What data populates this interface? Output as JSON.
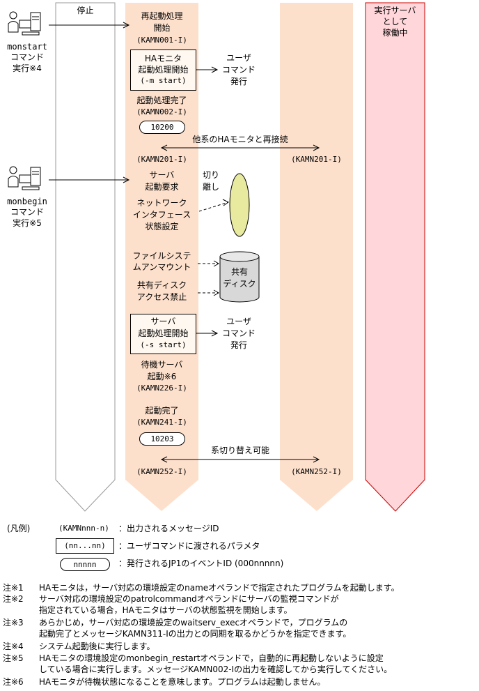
{
  "lanes": {
    "stop": "停止",
    "active_server": [
      "実行サーバ",
      "として",
      "稼働中"
    ]
  },
  "actors": {
    "monstart": [
      "monstart",
      "コマンド",
      "実行※4"
    ],
    "monbegin": [
      "monbegin",
      "コマンド",
      "実行※5"
    ]
  },
  "flow": {
    "restart_processing": [
      "再起動処理",
      "開始"
    ],
    "msg_001": "(KAMN001-I)",
    "ha_box": [
      "HAモニタ",
      "起動処理開始",
      "(-m start)"
    ],
    "user_cmd_1": [
      "ユーザ",
      "コマンド",
      "発行"
    ],
    "restart_complete": "起動処理完了",
    "msg_002": "(KAMN002-I)",
    "event_1": "10200",
    "reconnect": "他系のHAモニタと再接続",
    "msg_201_left": "(KAMN201-I)",
    "msg_201_right": "(KAMN201-I)",
    "server_start_req": [
      "サーバ",
      "起動要求"
    ],
    "network_setting": [
      "ネットワーク",
      "インタフェース",
      "状態設定"
    ],
    "detach": [
      "切り",
      "離し"
    ],
    "fs_unmount": [
      "ファイルシステ",
      "ムアンマウント"
    ],
    "shared_disk_deny": [
      "共有ディスク",
      "アクセス禁止"
    ],
    "shared_disk": [
      "共有",
      "ディスク"
    ],
    "server_box": [
      "サーバ",
      "起動処理開始",
      "(-s start)"
    ],
    "user_cmd_2": [
      "ユーザ",
      "コマンド",
      "発行"
    ],
    "standby_start": [
      "待機サーバ",
      "起動※6"
    ],
    "msg_226": "(KAMN226-I)",
    "start_complete": "起動完了",
    "msg_241": "(KAMN241-I)",
    "event_2": "10203",
    "switch_possible": "系切り替え可能",
    "msg_252_left": "(KAMN252-I)",
    "msg_252_right": "(KAMN252-I)"
  },
  "legend": {
    "title": "(凡例)",
    "msg_sample": "(KAMNnnn-n)",
    "msg_desc": "：出力されるメッセージID",
    "param_sample": "(nn...nn)",
    "param_desc": "：ユーザコマンドに渡されるパラメタ",
    "event_sample": "nnnnn",
    "event_desc": "：発行されるJP1のイベントID (000nnnnn)"
  },
  "notes": [
    {
      "num": "注※1",
      "lines": [
        "HAモニタは，サーバ対応の環境設定のnameオペランドで指定されたプログラムを起動します。"
      ]
    },
    {
      "num": "注※2",
      "lines": [
        "サーバ対応の環境設定のpatrolcommandオペランドにサーバの監視コマンドが",
        "指定されている場合，HAモニタはサーバの状態監視を開始します。"
      ]
    },
    {
      "num": "注※3",
      "lines": [
        "あらかじめ，サーバ対応の環境設定のwaitserv_execオペランドで，プログラムの",
        "起動完了とメッセージKAMN311-Iの出力との同期を取るかどうかを指定できます。"
      ]
    },
    {
      "num": "注※4",
      "lines": [
        "システム起動後に実行します。"
      ]
    },
    {
      "num": "注※5",
      "lines": [
        "HAモニタの環境設定のmonbegin_restartオペランドで，自動的に再起動しないように設定",
        "している場合に実行します。メッセージKAMN002-Iの出力を確認してから実行してください。"
      ]
    },
    {
      "num": "注※6",
      "lines": [
        "HAモニタが待機状態になることを意味します。プログラムは起動しません。"
      ]
    }
  ],
  "colors": {
    "lane_peach": "#fde0cc",
    "lane_pink": "#ffd6da",
    "ellipse": "#e8eaa0",
    "disk": "#d8d8d8"
  }
}
